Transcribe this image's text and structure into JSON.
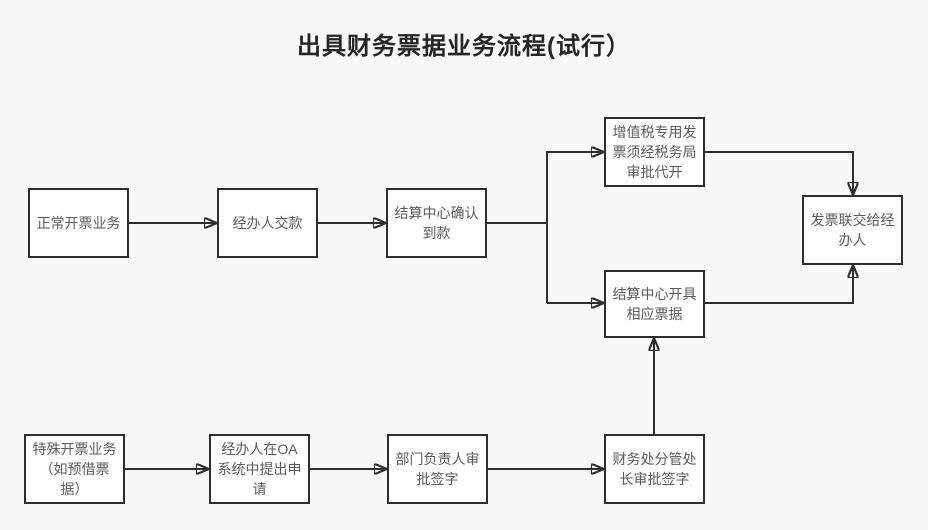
{
  "title": "出具财务票据业务流程(试行）",
  "nodes": {
    "normal_invoicing": {
      "label": "正常开票业务"
    },
    "handler_pays": {
      "label": "经办人交款"
    },
    "settlement_confirms": {
      "label": "结算中心确认\n到款"
    },
    "vat_invoice_approval": {
      "label": "增值税专用发\n票须经税务局\n审批代开"
    },
    "invoice_to_handler": {
      "label": "发票联交给经\n办人"
    },
    "settlement_issues": {
      "label": "结算中心开具\n相应票据"
    },
    "special_invoicing": {
      "label": "特殊开票业务\n（如预借票\n据）"
    },
    "oa_application": {
      "label": "经办人在OA\n系统中提出申\n请"
    },
    "dept_head_sign": {
      "label": "部门负责人审\n批签字"
    },
    "finance_director_sign": {
      "label": "财务处分管处\n长审批签字"
    }
  },
  "edges": [
    {
      "from": "normal_invoicing",
      "to": "handler_pays"
    },
    {
      "from": "handler_pays",
      "to": "settlement_confirms"
    },
    {
      "from": "settlement_confirms",
      "to": "vat_invoice_approval"
    },
    {
      "from": "settlement_confirms",
      "to": "settlement_issues"
    },
    {
      "from": "vat_invoice_approval",
      "to": "invoice_to_handler"
    },
    {
      "from": "settlement_issues",
      "to": "invoice_to_handler"
    },
    {
      "from": "special_invoicing",
      "to": "oa_application"
    },
    {
      "from": "oa_application",
      "to": "dept_head_sign"
    },
    {
      "from": "dept_head_sign",
      "to": "finance_director_sign"
    },
    {
      "from": "finance_director_sign",
      "to": "settlement_issues"
    }
  ],
  "colors": {
    "background": "#f8f8f8",
    "node_fill": "#fefefe",
    "node_border": "#2e2e2e",
    "node_text": "#5a5a5a",
    "connector": "#2e2e2e",
    "title_text": "#252525"
  }
}
